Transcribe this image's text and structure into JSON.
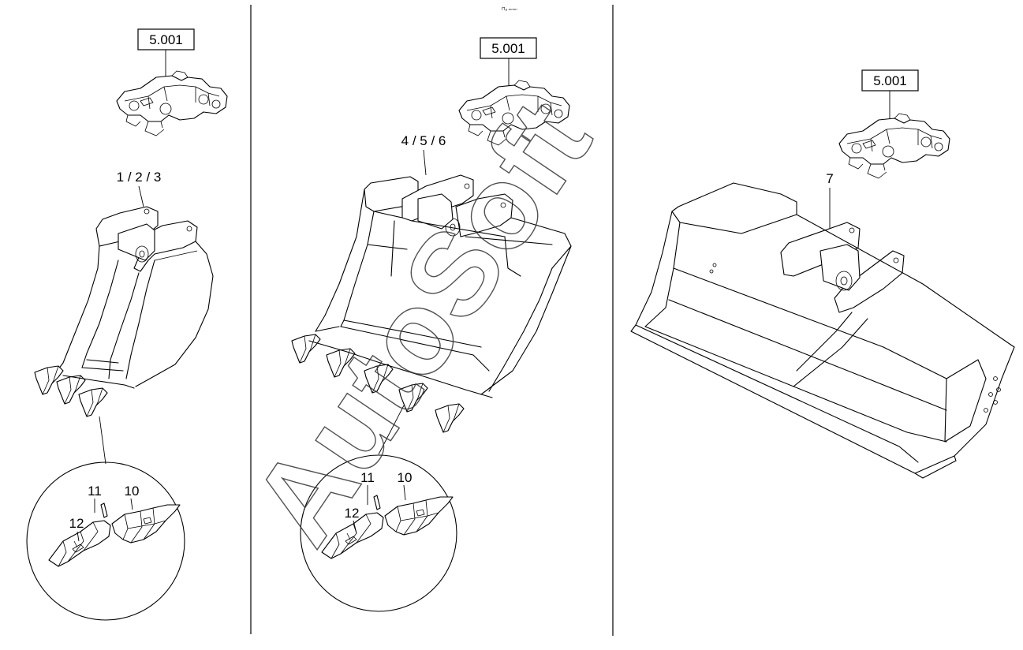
{
  "watermark": "AutoSoft",
  "header_mark": "⊓ₐ ₘₘₘ",
  "panels": [
    {
      "id": "panel-left",
      "coupler_ref": "5.001",
      "bucket_ref": "1 / 2 / 3",
      "detail": {
        "tooth": "10",
        "pin": "11",
        "adapter": "12"
      }
    },
    {
      "id": "panel-middle",
      "coupler_ref": "5.001",
      "bucket_ref": "4 / 5 / 6",
      "detail": {
        "tooth": "10",
        "pin": "11",
        "adapter": "12"
      }
    },
    {
      "id": "panel-right",
      "coupler_ref": "5.001",
      "bucket_ref": "7"
    }
  ]
}
